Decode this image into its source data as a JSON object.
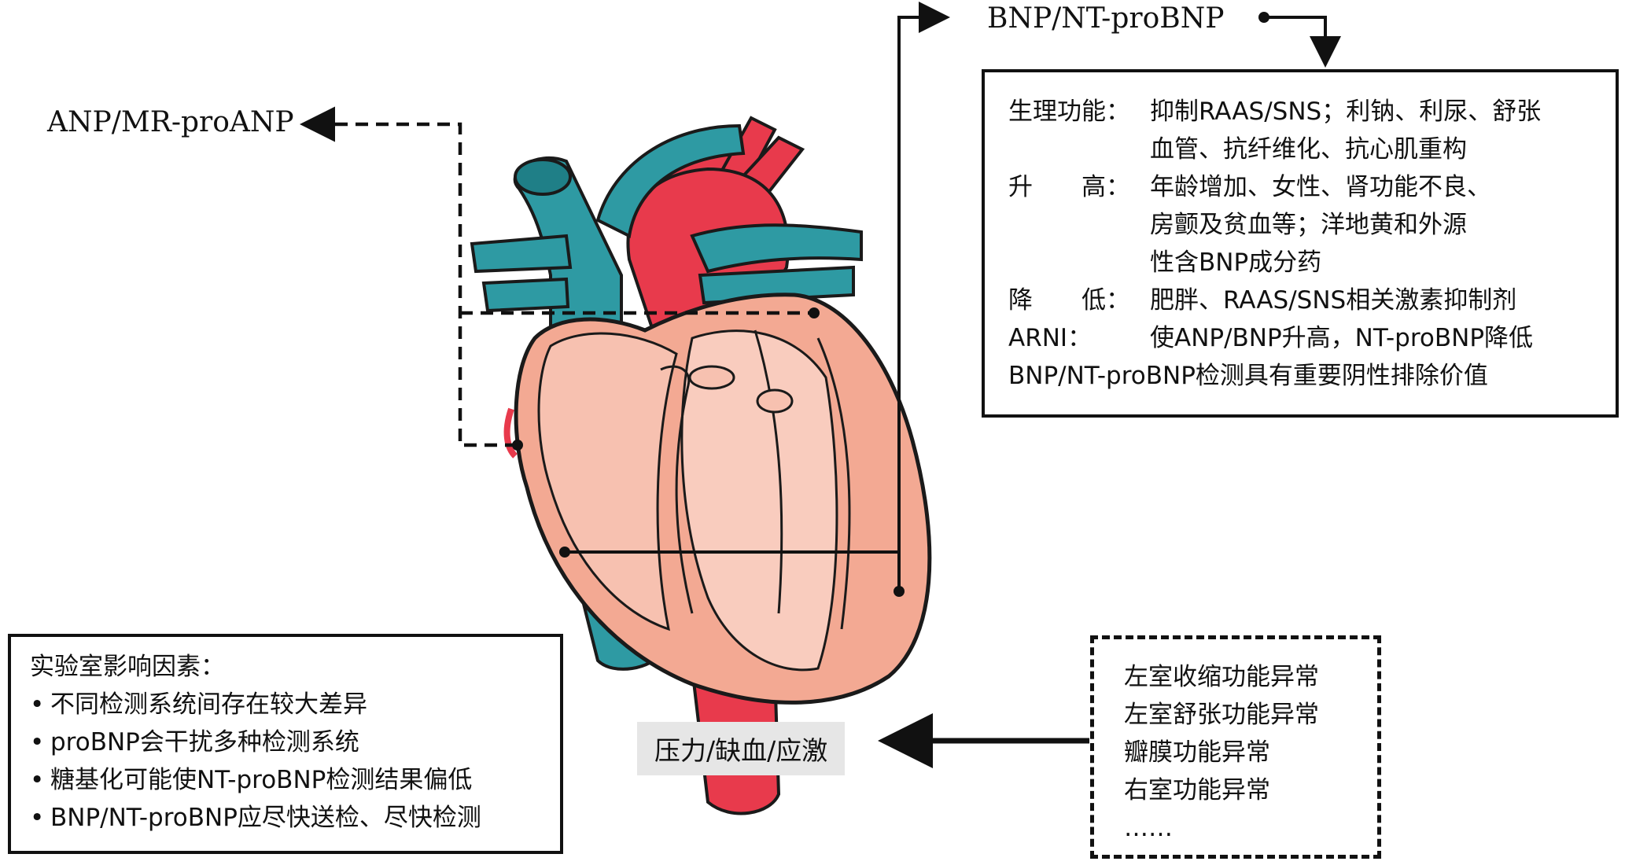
{
  "labels": {
    "anp": "ANP/MR-proANP",
    "bnp": "BNP/NT-proBNP",
    "stress": "压力/缺血/应激"
  },
  "bnp_box": {
    "physiology_key": "生理功能：",
    "physiology_line1": "抑制RAAS/SNS；利钠、利尿、舒张",
    "physiology_line2": "血管、抗纤维化、抗心肌重构",
    "increase_key": "升　　高：",
    "increase_line1": "年龄增加、女性、肾功能不良、",
    "increase_line2": "房颤及贫血等；洋地黄和外源",
    "increase_line3": "性含BNP成分药",
    "decrease_key": "降　　低：",
    "decrease_line": "肥胖、RAAS/SNS相关激素抑制剂",
    "arni_key": "ARNI：",
    "arni_line": "使ANP/BNP升高，NT-proBNP降低",
    "conclusion": "BNP/NT-proBNP检测具有重要阴性排除价值"
  },
  "lab_box": {
    "title": "实验室影响因素：",
    "items": [
      "不同检测系统间存在较大差异",
      "proBNP会干扰多种检测系统",
      "糖基化可能使NT-proBNP检测结果偏低",
      "BNP/NT-proBNP应尽快送检、尽快检测"
    ]
  },
  "causes_box": {
    "items": [
      "左室收缩功能异常",
      "左室舒张功能异常",
      "瓣膜功能异常",
      "右室功能异常",
      "……"
    ]
  }
}
